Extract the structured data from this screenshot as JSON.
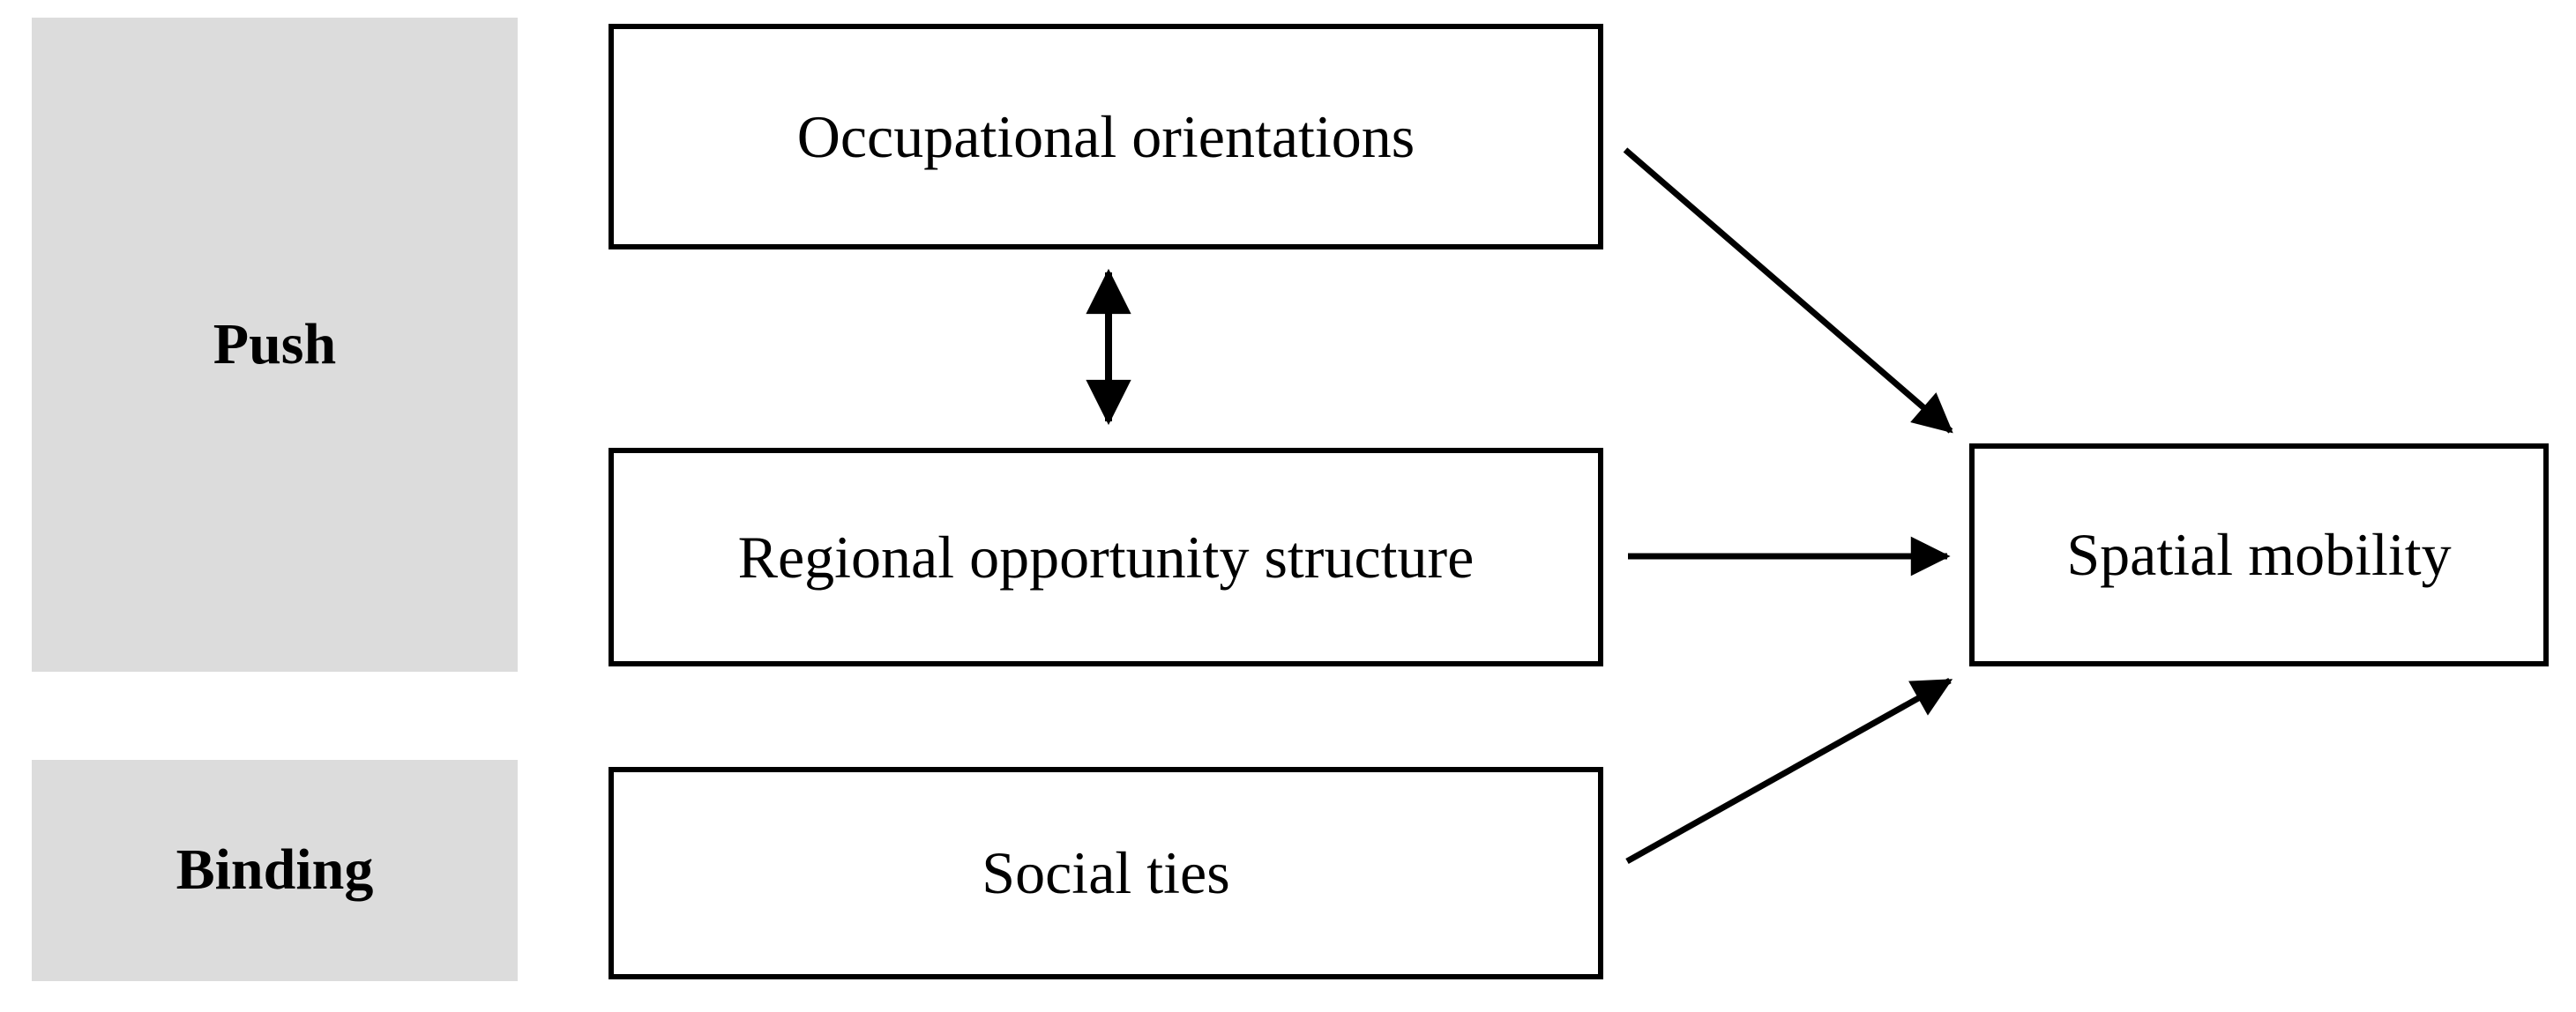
{
  "diagram": {
    "legend": {
      "push_label": "Push",
      "binding_label": "Binding"
    },
    "nodes": {
      "occupational": {
        "label": "Occupational orientations"
      },
      "regional": {
        "label": "Regional opportunity structure"
      },
      "social": {
        "label": "Social ties"
      },
      "spatial": {
        "label": "Spatial mobility"
      }
    },
    "arrows": {
      "occupational_regional": {
        "type": "double-headed",
        "from": "Occupational orientations",
        "to": "Regional opportunity structure"
      },
      "occupational_spatial": {
        "type": "single-headed",
        "from": "Occupational orientations",
        "to": "Spatial mobility"
      },
      "regional_spatial": {
        "type": "single-headed",
        "from": "Regional opportunity structure",
        "to": "Spatial mobility"
      },
      "social_spatial": {
        "type": "single-headed",
        "from": "Social ties",
        "to": "Spatial mobility"
      }
    },
    "colors": {
      "category_fill": "#dcdcdc",
      "node_fill": "#ffffff",
      "line": "#000000",
      "text": "#000000"
    }
  }
}
